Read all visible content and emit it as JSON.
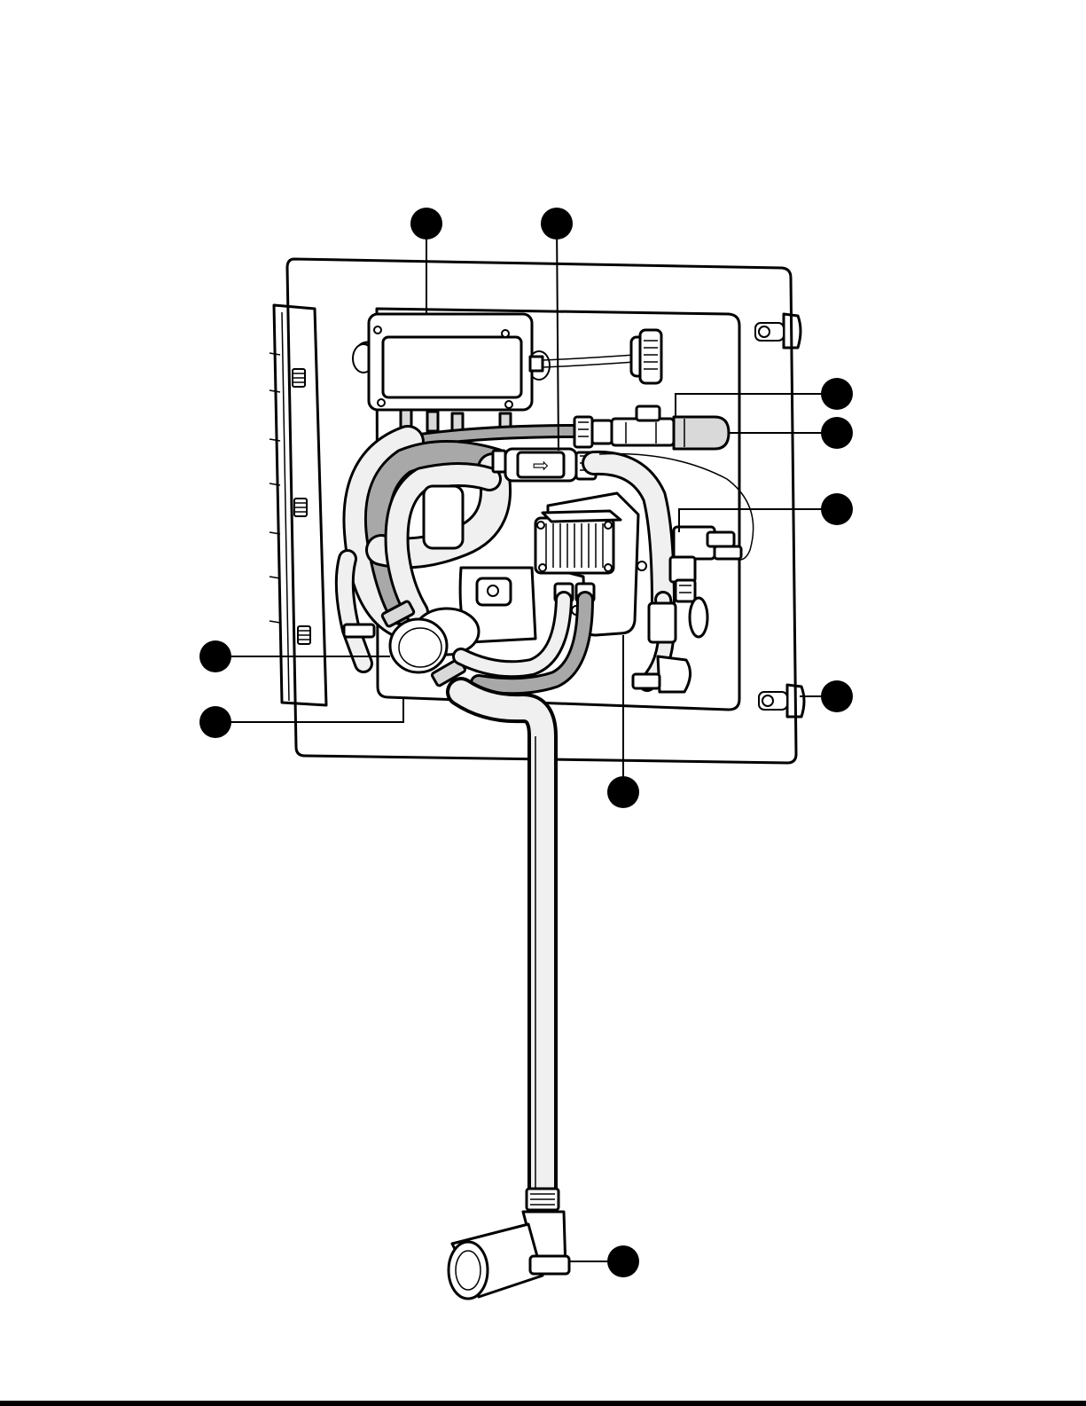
{
  "diagram": {
    "flow_arrow": "⇨",
    "colors": {
      "line": "#000000",
      "background": "#ffffff",
      "hose_fill": "#f0f0f0",
      "hose_shade": "#a8a8a8",
      "part_shade": "#d9d9d9",
      "callout": "#000000"
    },
    "callouts": [
      {
        "id": "controller-box"
      },
      {
        "id": "flow-valve"
      },
      {
        "id": "tee-fitting"
      },
      {
        "id": "end-cap"
      },
      {
        "id": "solenoid-valve"
      },
      {
        "id": "mounting-stud"
      },
      {
        "id": "pump"
      },
      {
        "id": "filter-housing"
      },
      {
        "id": "base-plate"
      },
      {
        "id": "outlet-elbow"
      }
    ]
  }
}
